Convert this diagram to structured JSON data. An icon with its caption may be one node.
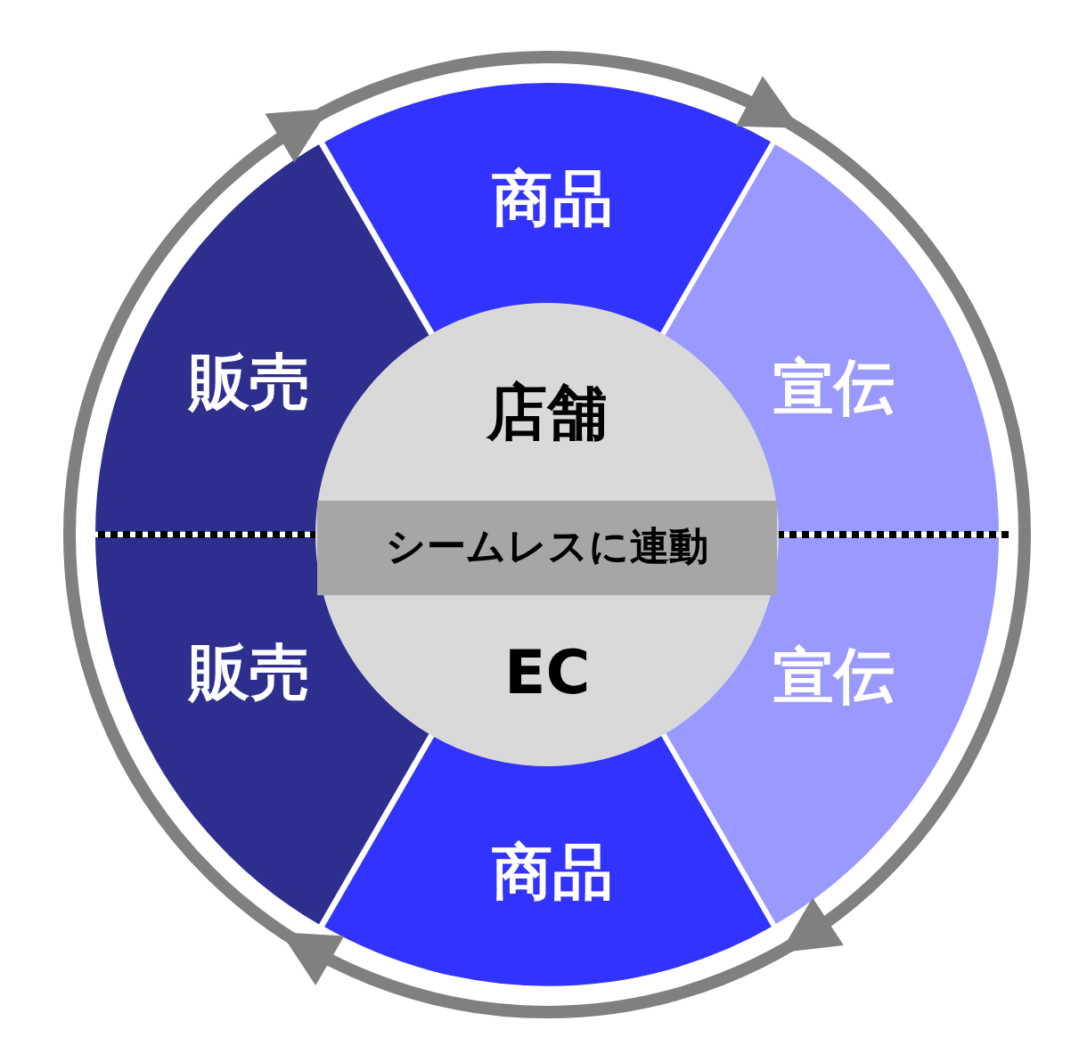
{
  "diagram": {
    "nodes": [
      {
        "text": [
          "商品"
        ]
      },
      {
        "text": [
          "販売"
        ]
      },
      {
        "text": [
          "宣伝"
        ]
      },
      {
        "text": [
          "店舗",
          "EC"
        ]
      },
      {
        "text": [
          "シームレスに連動"
        ],
        "in": 3
      },
      {
        "text": [
          "販売"
        ]
      },
      {
        "text": [
          "宣伝"
        ]
      },
      {
        "text": [
          "商品"
        ]
      }
    ]
  }
}
